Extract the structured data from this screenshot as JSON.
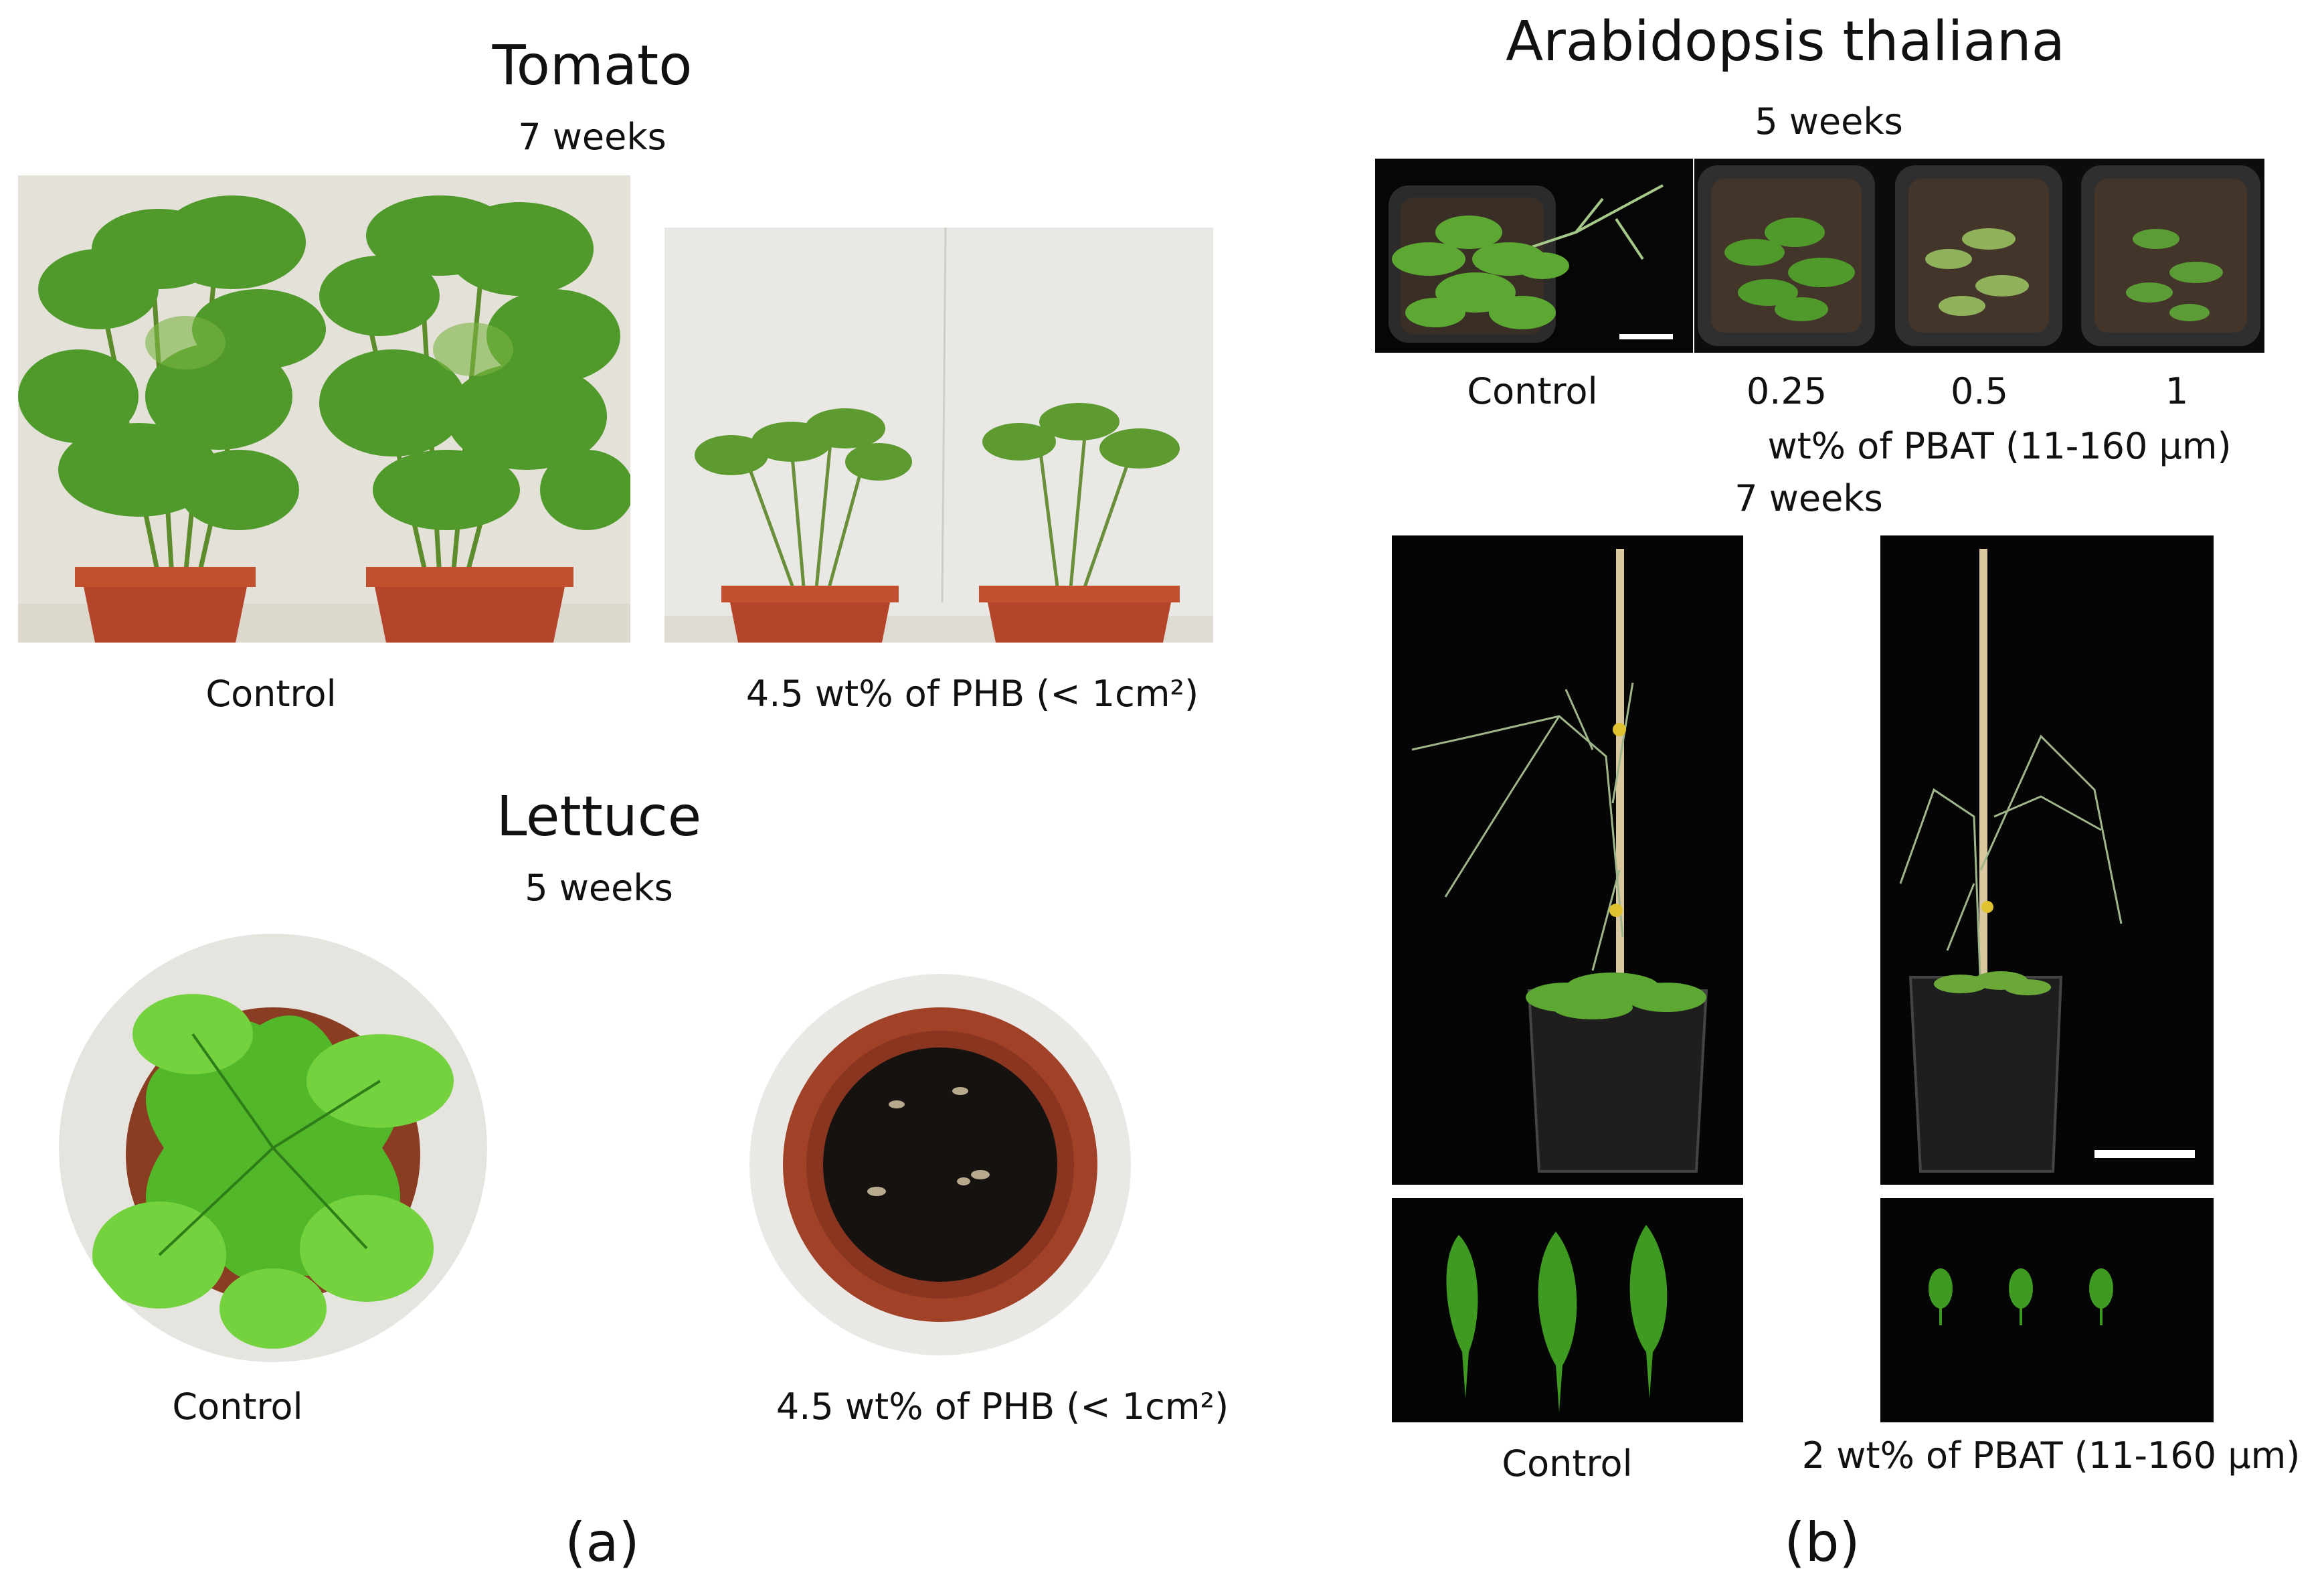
{
  "left": {
    "tomato": {
      "title": "Tomato",
      "duration": "7 weeks",
      "control_label": "Control",
      "treatment_label": "4.5 wt% of PHB (< 1cm²)"
    },
    "lettuce": {
      "title": "Lettuce",
      "duration": "5 weeks",
      "control_label": "Control",
      "treatment_label": "4.5 wt%  of PHB (< 1cm²)"
    },
    "panel_label": "(a)"
  },
  "right": {
    "title": "Arabidopsis thaliana",
    "top_duration": "5 weeks",
    "top_labels": [
      "Control",
      "0.25",
      "0.5",
      "1"
    ],
    "top_axis_label": "wt% of PBAT (11-160 µm)",
    "bottom_duration": "7 weeks",
    "bottom_control_label": "Control",
    "bottom_treatment_label": "2 wt%  of PBAT (11-160 µm)",
    "panel_label": "(b)"
  },
  "colors": {
    "leaf_green": "#4f9a2a",
    "pot_terracotta": "#b5452a",
    "photo_black": "#050505"
  }
}
